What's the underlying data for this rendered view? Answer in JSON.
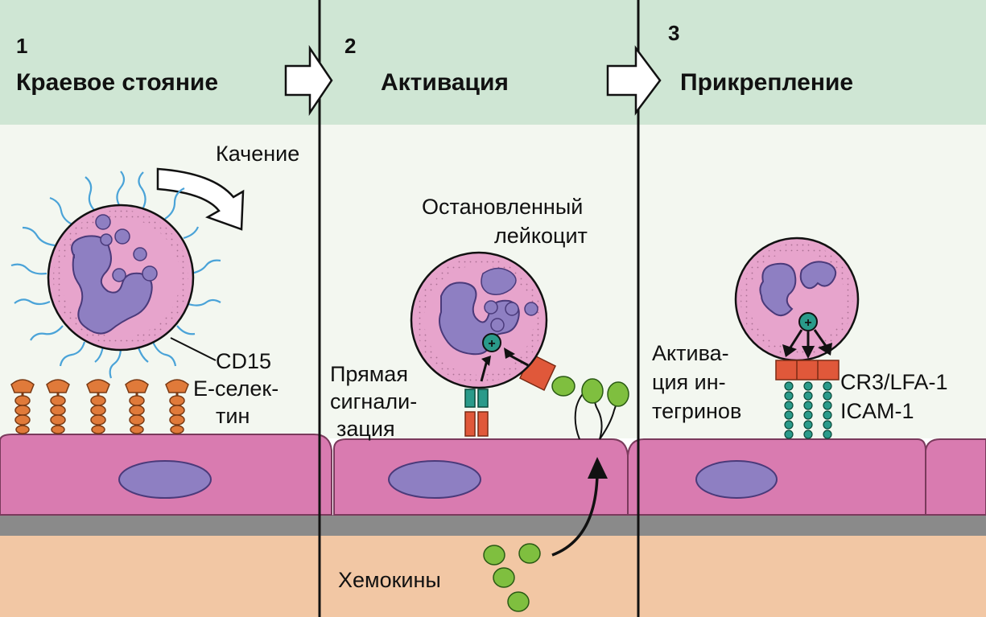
{
  "panels": [
    {
      "number": "1",
      "title": "Краевое стояние"
    },
    {
      "number": "2",
      "title": "Активация"
    },
    {
      "number": "3",
      "title": "Прикрепление"
    }
  ],
  "labels": {
    "rolling": "Качение",
    "cd15": "CD15",
    "eselectin_line1": "E-селек-",
    "eselectin_line2": "тин",
    "stopped_line1": "Остановленный",
    "stopped_line2": "лейкоцит",
    "direct_line1": "Прямая",
    "direct_line2": "сигнали-",
    "direct_line3": "зация",
    "chemokines": "Хемокины",
    "integrin_line1": "Актива-",
    "integrin_line2": "ция ин-",
    "integrin_line3": "тегринов",
    "cr3": "CR3/LFA-1",
    "icam": "ICAM-1"
  },
  "colors": {
    "header_band": "#cfe6d4",
    "upper_bg": "#f3f7f0",
    "endothelium": "#d97bb0",
    "nucleus": "#8e7fc2",
    "cell_body": "#e7a4cc",
    "basement": "#8a8a8a",
    "tissue": "#f2c7a4",
    "selectin": "#e07a3a",
    "chemokine": "#7fbf3f",
    "integrin": "#2a9a8a",
    "receptor_red": "#e0583a",
    "cd15_line": "#4aa3d8",
    "divider": "#111111"
  }
}
